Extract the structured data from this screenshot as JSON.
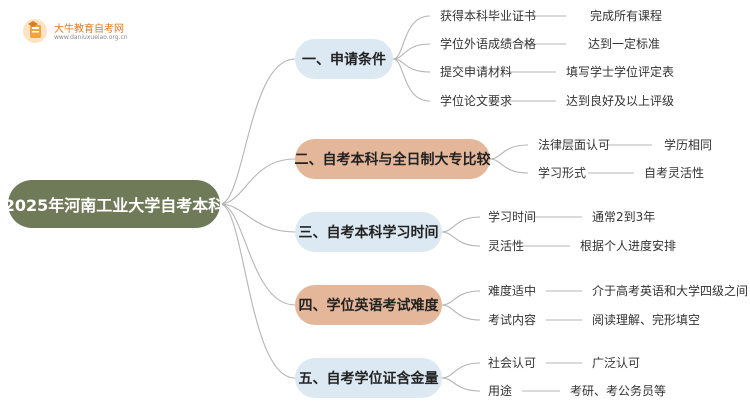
{
  "logo": {
    "name": "大牛教育自考网",
    "url": "www.daniuxueiao.org.cn"
  },
  "root": "2025年河南工业大学自考本科",
  "branches": [
    {
      "title": "一、申请条件",
      "items": [
        {
          "label": "获得本科毕业证书",
          "value": "完成所有课程"
        },
        {
          "label": "学位外语成绩合格",
          "value": "达到一定标准"
        },
        {
          "label": "提交申请材料",
          "value": "填写学士学位评定表"
        },
        {
          "label": "学位论文要求",
          "value": "达到良好及以上评级"
        }
      ]
    },
    {
      "title": "二、自考本科与全日制大专比较",
      "items": [
        {
          "label": "法律层面认可",
          "value": "学历相同"
        },
        {
          "label": "学习形式",
          "value": "自考灵活性"
        }
      ]
    },
    {
      "title": "三、自考本科学习时间",
      "items": [
        {
          "label": "学习时间",
          "value": "通常2到3年"
        },
        {
          "label": "灵活性",
          "value": "根据个人进度安排"
        }
      ]
    },
    {
      "title": "四、学位英语考试难度",
      "items": [
        {
          "label": "难度适中",
          "value": "介于高考英语和大学四级之间"
        },
        {
          "label": "考试内容",
          "value": "阅读理解、完形填空"
        }
      ]
    },
    {
      "title": "五、自考学位证含金量",
      "items": [
        {
          "label": "社会认可",
          "value": "广泛认可"
        },
        {
          "label": "用途",
          "value": "考研、考公务员等"
        }
      ]
    }
  ]
}
